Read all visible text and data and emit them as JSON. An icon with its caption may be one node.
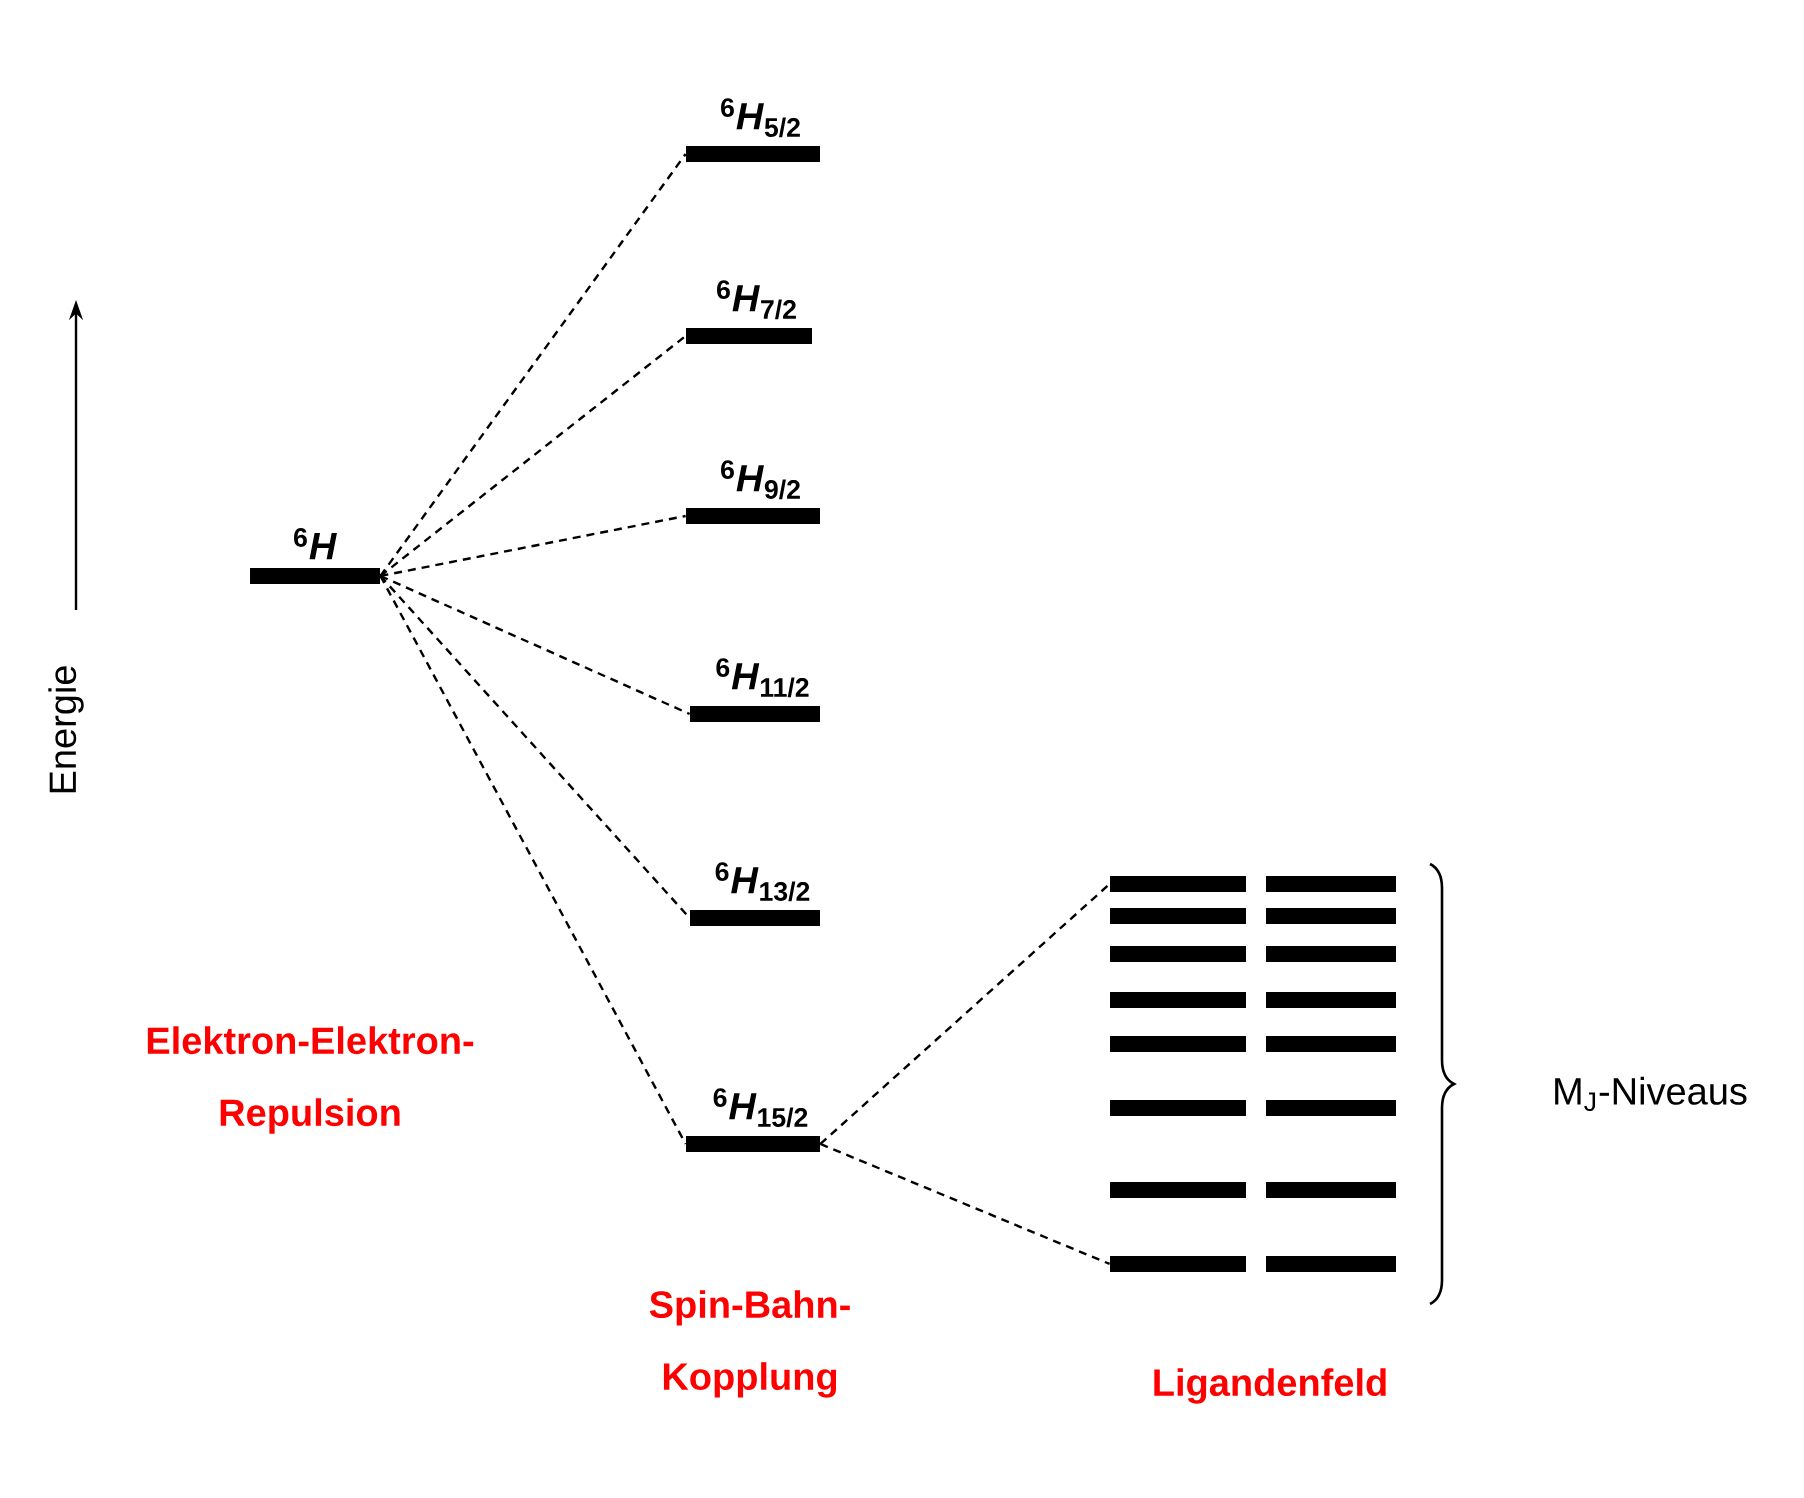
{
  "diagram": {
    "nodes": [
      {
        "text": [
          "$^{6}$*H*"
        ]
      },
      {
        "text": [
          "$^{6}$*H*$_{5/2}$"
        ]
      },
      {
        "text": [
          "$^{6}$*H*$_{7/2}$"
        ]
      },
      {
        "text": [
          "$^{6}$*H*$_{9/2}$"
        ]
      },
      {
        "text": [
          "$^{6}$*H*$_{11/2}$"
        ]
      },
      {
        "text": [
          "$^{6}$*H*$_{13/2}$"
        ]
      },
      {
        "text": [
          "$^{6}$*H*$_{15/2}$"
        ]
      },
      {
        "text": [],
        "shape": "bar"
      },
      {
        "text": [],
        "shape": "bar"
      },
      {
        "text": [],
        "shape": "bar"
      },
      {
        "text": [],
        "shape": "bar"
      },
      {
        "text": [],
        "shape": "bar"
      },
      {
        "text": [],
        "shape": "bar"
      },
      {
        "text": [],
        "shape": "bar"
      },
      {
        "text": [],
        "shape": "bar"
      },
      {
        "text": [],
        "shape": "bar"
      },
      {
        "text": [],
        "shape": "bar"
      },
      {
        "text": [],
        "shape": "bar"
      },
      {
        "text": [],
        "shape": "bar"
      },
      {
        "text": [],
        "shape": "bar"
      },
      {
        "text": [],
        "shape": "bar"
      },
      {
        "text": [],
        "shape": "bar"
      },
      {
        "text": [],
        "shape": "bar"
      }
    ],
    "edges": [
      {
        "from": 0,
        "to": 1,
        "arrow": "none",
        "style": "dashed"
      },
      {
        "from": 0,
        "to": 2,
        "arrow": "none",
        "style": "dashed"
      },
      {
        "from": 0,
        "to": 3,
        "arrow": "none",
        "style": "dashed"
      },
      {
        "from": 0,
        "to": 4,
        "arrow": "none",
        "style": "dashed"
      },
      {
        "from": 0,
        "to": 5,
        "arrow": "none",
        "style": "dashed"
      },
      {
        "from": 0,
        "to": 6,
        "arrow": "none",
        "style": "dashed"
      },
      {
        "from": 6,
        "to": 7,
        "arrow": "none",
        "style": "dashed"
      },
      {
        "from": 6,
        "to": 21,
        "arrow": "none",
        "style": "dashed"
      }
    ],
    "labels": [
      "Energie",
      "Elektron-Elektron-Repulsion",
      "Spin-Bahn-Kopplung",
      "Ligandenfeld",
      "M$_{J}$-Niveaus"
    ]
  }
}
